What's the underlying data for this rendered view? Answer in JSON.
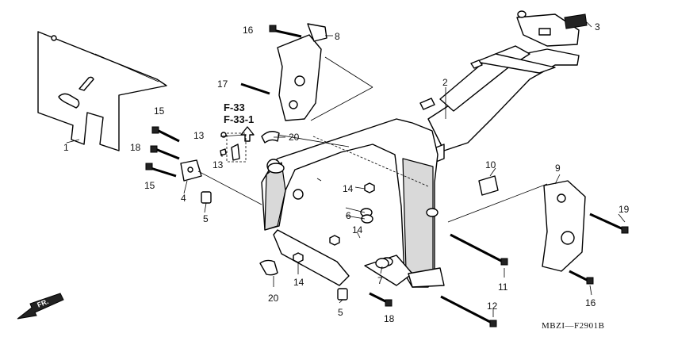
{
  "callouts": {
    "p1": "1",
    "p2": "2",
    "p3": "3",
    "p4": "4",
    "p5a": "5",
    "p5b": "5",
    "p6": "6",
    "p7": "7",
    "p8": "8",
    "p9": "9",
    "p10": "10",
    "p11": "11",
    "p12": "12",
    "p13a": "13",
    "p13b": "13",
    "p14a": "14",
    "p14b": "14",
    "p14c": "14",
    "p15a": "15",
    "p15b": "15",
    "p16a": "16",
    "p16b": "16",
    "p17": "17",
    "p18a": "18",
    "p18b": "18",
    "p19": "19",
    "p20a": "20",
    "p20b": "20"
  },
  "references": {
    "ref1": "F-33",
    "ref2": "F-33-1"
  },
  "direction": "FR.",
  "diagram_code": "MBZI—F2901B"
}
